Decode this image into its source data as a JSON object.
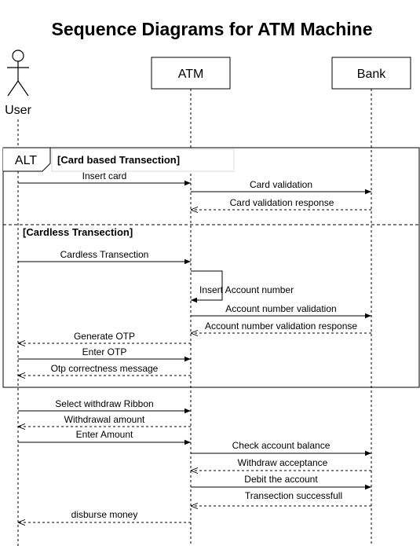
{
  "title": "Sequence Diagrams for ATM Machine",
  "participants": {
    "user": "User",
    "atm": "ATM",
    "bank": "Bank"
  },
  "fragment": {
    "operator": "ALT",
    "guard1": "[Card based Transection]",
    "guard2": "[Cardless Transection]"
  },
  "messages": [
    {
      "from": "user",
      "to": "atm",
      "type": "sync",
      "label": "Insert card"
    },
    {
      "from": "atm",
      "to": "bank",
      "type": "sync",
      "label": "Card validation"
    },
    {
      "from": "bank",
      "to": "atm",
      "type": "reply",
      "label": "Card validation response"
    },
    {
      "from": "user",
      "to": "atm",
      "type": "sync",
      "label": "Cardless Transection"
    },
    {
      "from": "atm",
      "to": "atm",
      "type": "self",
      "label": "Insert Account number"
    },
    {
      "from": "atm",
      "to": "bank",
      "type": "sync",
      "label": "Account number validation"
    },
    {
      "from": "bank",
      "to": "atm",
      "type": "reply",
      "label": "Account number validation response"
    },
    {
      "from": "atm",
      "to": "user",
      "type": "reply",
      "label": "Generate OTP"
    },
    {
      "from": "user",
      "to": "atm",
      "type": "sync",
      "label": "Enter OTP"
    },
    {
      "from": "atm",
      "to": "user",
      "type": "reply",
      "label": "Otp correctness message"
    },
    {
      "from": "user",
      "to": "atm",
      "type": "sync",
      "label": "Select withdraw Ribbon"
    },
    {
      "from": "atm",
      "to": "user",
      "type": "reply",
      "label": "Withdrawal amount"
    },
    {
      "from": "user",
      "to": "atm",
      "type": "sync",
      "label": "Enter Amount"
    },
    {
      "from": "atm",
      "to": "bank",
      "type": "sync",
      "label": "Check account balance"
    },
    {
      "from": "bank",
      "to": "atm",
      "type": "reply",
      "label": "Withdraw acceptance"
    },
    {
      "from": "atm",
      "to": "bank",
      "type": "sync",
      "label": "Debit the account"
    },
    {
      "from": "bank",
      "to": "atm",
      "type": "reply",
      "label": "Transection successfull"
    },
    {
      "from": "atm",
      "to": "user",
      "type": "reply",
      "label": "disburse money"
    }
  ]
}
